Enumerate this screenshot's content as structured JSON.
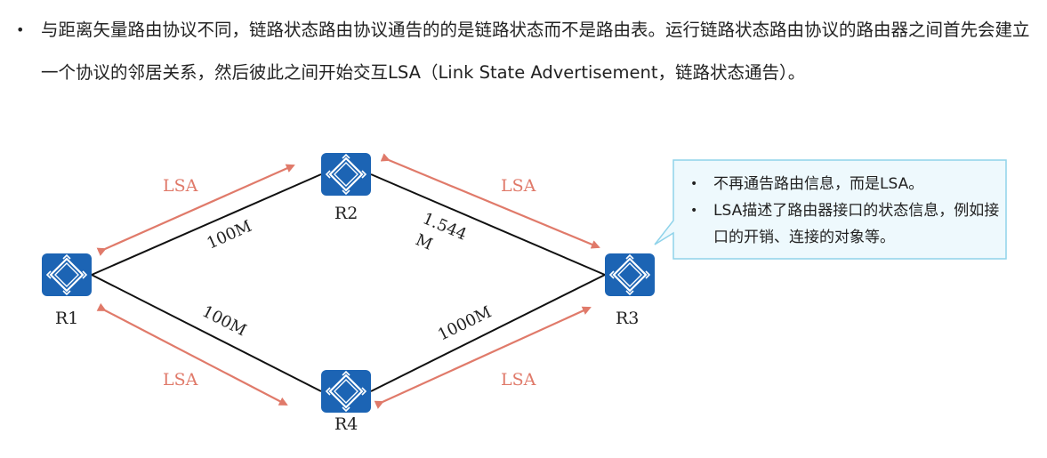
{
  "intro": {
    "bullet": "•",
    "text": "与距离矢量路由协议不同，链路状态路由协议通告的的是链路状态而不是路由表。运行链路状态路由协议的路由器之间首先会建立一个协议的邻居关系，然后彼此之间开始交互LSA（Link State Advertisement，链路状态通告）。"
  },
  "routers": {
    "r1": "R1",
    "r2": "R2",
    "r3": "R3",
    "r4": "R4",
    "router_icon_glyph": "R"
  },
  "links": {
    "r1_r2": "100M",
    "r2_r3_line1": "1.544",
    "r2_r3_line2": "M",
    "r1_r4": "100M",
    "r4_r3": "1000M"
  },
  "lsa": {
    "top_left": "LSA",
    "top_right": "LSA",
    "bottom_left": "LSA",
    "bottom_right": "LSA"
  },
  "callout": {
    "bullet": "•",
    "items": [
      "不再通告路由信息，而是LSA。",
      "LSA描述了路由器接口的状态信息，例如接口的开销、连接的对象等。"
    ]
  },
  "colors": {
    "router_fill": "#1c64b4",
    "lsa_color": "#e07a6a",
    "callout_border": "#8fd3ea",
    "link_color": "#111111"
  }
}
